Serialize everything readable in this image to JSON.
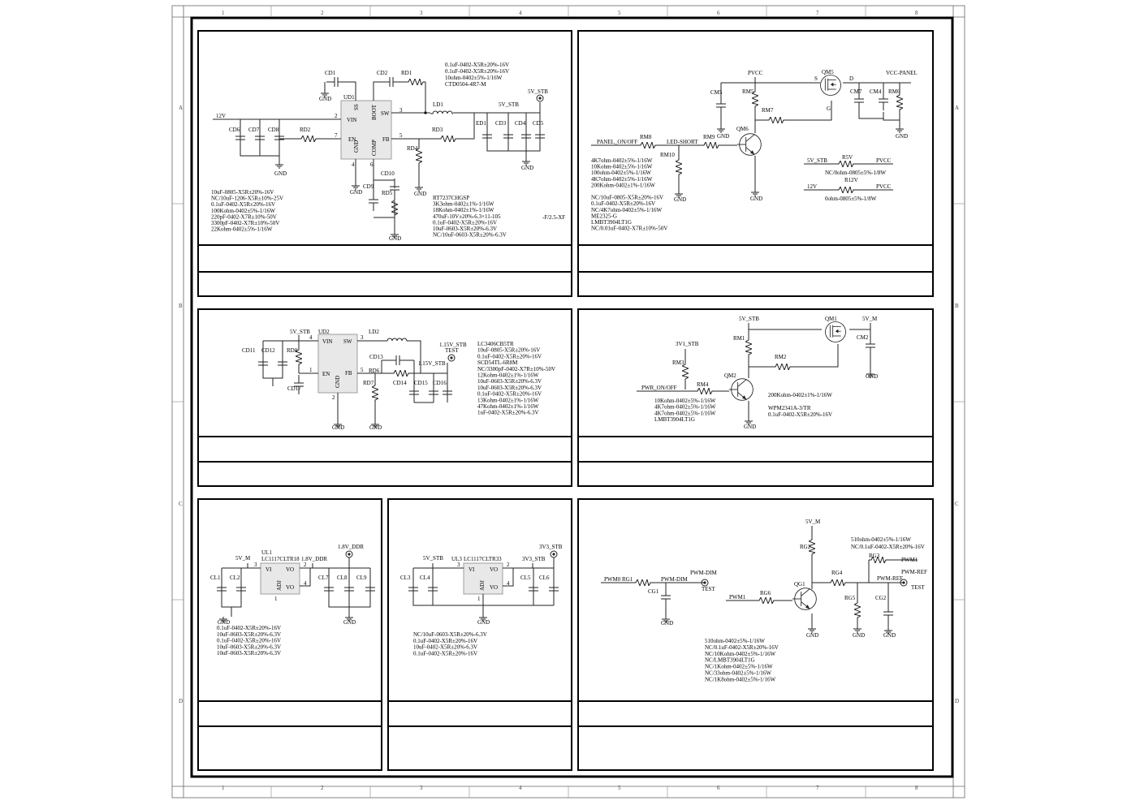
{
  "ruler": {
    "columns": [
      "1",
      "2",
      "3",
      "4",
      "5",
      "6",
      "7",
      "8"
    ],
    "rows": [
      "A",
      "B",
      "C",
      "D"
    ]
  },
  "block1": {
    "labels": {
      "cd1": "CD1",
      "cd2": "CD2",
      "rd1": "RD1",
      "ud1": "UD1",
      "ss": "SS",
      "boot": "BOOT",
      "vin": "VIN",
      "sw": "SW",
      "en": "EN",
      "gnd": "GND",
      "comp": "COMP",
      "fb": "FB",
      "p2": "2",
      "p3": "3",
      "p7": "7",
      "p5": "5",
      "p4": "4",
      "p6": "6",
      "net12v": "12V",
      "cd6": "CD6",
      "cd7": "CD7",
      "cd8": "CD8",
      "rd2": "RD2",
      "ld1": "LD1",
      "rd3": "RD3",
      "rd4": "RD4",
      "cd10": "CD10",
      "cd9": "CD9",
      "rd5": "RD5",
      "net5vstb_a": "5V_STB",
      "net5vstb_b": "5V_STB",
      "ed1": "ED1",
      "cd3": "CD3",
      "cd4": "CD4",
      "cd5": "CD5",
      "gnd1": "GND",
      "gnd2": "GND",
      "gnd3": "GND",
      "gnd4": "GND",
      "gnd5": "GND",
      "gnd6": "GND"
    },
    "notes_top": [
      "0.1uF-0402-X5R±20%-16V",
      "0.1uF-0402-X5R±20%-16V",
      "10ohm-0402±5%-1/16W",
      "CTD0504-4R7-M"
    ],
    "notes_left": [
      "10uF-0805-X5R±20%-16V",
      "NC/10uF-1206-X5R±10%-25V",
      "0.1uF-0402-X5R±20%-16V",
      "100Kohm-0402±5%-1/16W",
      "220pF-0402-X7R±10%-50V",
      "3300pF-0402-X7R±10%-50V",
      "22Kohm-0402±5%-1/16W"
    ],
    "notes_right": [
      "RT7237CHGSP",
      "3K3ohm-0402±1%-1/16W",
      "18Kohm-0402±1%-1/16W",
      "470uF-10V±20%-6.3×11-105",
      "0.1uF-0402-X5R±20%-16V",
      "10uF-0603-X5R±20%-6.3V",
      "NC/10uF-0603-X5R±20%-6.3V"
    ],
    "note_extra": "-F/2.5-XF"
  },
  "block2": {
    "labels": {
      "pvcc": "PVCC",
      "qm5": "QM5",
      "s": "S",
      "d": "D",
      "g": "G",
      "vcc_panel": "VCC-PANEL",
      "cm5": "CM5",
      "rm5": "RM5",
      "rm7": "RM7",
      "cm7": "CM7",
      "cm4": "CM4",
      "rm6": "RM6",
      "qm6": "QM6",
      "panel_onoff": "PANEL_ON/OFF",
      "rm8": "RM8",
      "led_short": "LED-SHORT",
      "rm9": "RM9",
      "rm10": "RM10",
      "gnd1": "GND",
      "gnd2": "GND",
      "gnd3": "GND",
      "gnd4": "GND",
      "net5vstb": "5V_STB",
      "r5v": "R5V",
      "pvcc2": "PVCC",
      "r5v_val": "NC/0ohm-0805±5%-1/8W",
      "r12v": "R12V",
      "net12v": "12V",
      "pvcc3": "PVCC",
      "r12v_val": "0ohm-0805±5%-1/8W"
    },
    "notes": [
      "4K7ohm-0402±5%-1/16W",
      "10Kohm-0402±5%-1/16W",
      "100ohm-0402±5%-1/16W",
      "4K7ohm-0402±5%-1/16W",
      "200Kohm-0402±1%-1/16W",
      "",
      "NC/10uF-0805-X5R±20%-16V",
      "0.1uF-0402-X5R±20%-16V",
      "NC/4K7ohm-0402±5%-1/16W",
      "ME2325-G",
      "LMBT3904LT1G",
      "NC/0.01uF-0402-X7R±10%-50V"
    ]
  },
  "block3": {
    "labels": {
      "net5vstb": "5V_STB",
      "ud2": "UD2",
      "ld2": "LD2",
      "p4": "4",
      "p3": "3",
      "p1": "1",
      "p5": "5",
      "p2": "2",
      "vin": "VIN",
      "sw": "SW",
      "en": "EN",
      "fb": "FB",
      "gnd": "GND",
      "cd11": "CD11",
      "cd12": "CD12",
      "rd8": "RD8",
      "cd17": "CD17",
      "cd13": "CD13",
      "rd6": "RD6",
      "cd14": "CD14",
      "rd7": "RD7",
      "cd15": "CD15",
      "cd16": "CD16",
      "net115": "1.15V_STB",
      "net115b": "1.15V_STB",
      "test": "TEST",
      "gnd1": "GND",
      "gnd2": "GND"
    },
    "notes": [
      "LC3406CB5TR",
      "10uF-0805-X5R±20%-16V",
      "0.1uF-0402-X5R±20%-16V",
      "SCD54TL-6R8M",
      "NC/3300pF-0402-X7R±10%-50V",
      "12Kohm-0402±1%-1/16W",
      "10uF-0603-X5R±20%-6.3V",
      "10uF-0603-X5R±20%-6.3V",
      "0.1uF-0402-X5R±20%-16V",
      "13Kohm-0402±1%-1/16W",
      "47Kohm-0402±1%-1/16W",
      "1uF-0402-X5R±20%-6.3V"
    ]
  },
  "block4": {
    "labels": {
      "pvcc": "5V_STB",
      "qm1": "QM1",
      "net5vm": "5V_M",
      "rm1": "RM1",
      "cm2": "CM2",
      "net3v1": "3V1_STB",
      "rm3": "RM3",
      "rm2": "RM2",
      "qm2": "QM2",
      "pwr_onoff": "PWR_ON/OFF",
      "rm4": "RM4",
      "gnd1": "GND",
      "gnd2": "GND",
      "r_note": "200Kohm-0402±1%-1/16W",
      "wpm": "WPM2341A-3/TR",
      "cap_note": "0.1uF-0402-X5R±20%-16V"
    },
    "notes": [
      "10Kohm-0402±5%-1/16W",
      "4K7ohm-0402±5%-1/16W",
      "4K7ohm-0402±5%-1/16W",
      "LMBT3904LT1G"
    ]
  },
  "block5": {
    "labels": {
      "ul1": "UL1",
      "part": "LC1117CLTR18",
      "net5vm": "5V_M",
      "net18": "1.8V_DDR",
      "net18b": "1.8V_DDR",
      "vi": "VI",
      "vo": "VO",
      "vo2": "VO",
      "adj": "ADJ",
      "p3": "3",
      "p2": "2",
      "p4": "4",
      "p1": "1",
      "cl1": "CL1",
      "cl2": "CL2",
      "cl7": "CL7",
      "cl8": "CL8",
      "cl9": "CL9",
      "gnd1": "GND",
      "gnd2": "GND"
    },
    "notes": [
      "0.1uF-0402-X5R±20%-16V",
      "10uF-0603-X5R±20%-6.3V",
      "0.1uF-0402-X5R±20%-16V",
      "10uF-0603-X5R±20%-6.3V",
      "10uF-0603-X5R±20%-6.3V"
    ]
  },
  "block6": {
    "labels": {
      "ul3": "UL3",
      "part": "LC1117CLTR33",
      "net5vstb": "5V_STB",
      "net33": "3V3_STB",
      "net33b": "3V3_STB",
      "vi": "VI",
      "vo": "VO",
      "vo2": "VO",
      "adj": "ADJ",
      "p3": "3",
      "p2": "2",
      "p4": "4",
      "p1": "1",
      "cl3": "CL3",
      "cl4": "CL4",
      "cl5": "CL5",
      "cl6": "CL6",
      "gnd1": "GND"
    },
    "notes": [
      "NC/10uF-0603-X5R±20%-6.3V",
      "0.1uF-0402-X5R±20%-16V",
      "10uF-0402-X5R±20%-6.3V",
      "0.1uF-0402-X5R±20%-16V"
    ]
  },
  "block7": {
    "labels": {
      "pwm0": "PWM0",
      "rg1": "RG1",
      "pwm_dim": "PWM-DIM",
      "pwm_dim2": "PWM-DIM",
      "test1": "TEST",
      "cg1": "CG1",
      "gnd1": "GND",
      "net5vm": "5V_M",
      "rg2": "RG2",
      "rg4": "RG4",
      "qg1": "QG1",
      "pwm1": "PWM1",
      "rg6": "RG6",
      "rg5": "RG5",
      "gnd2": "GND",
      "gnd3": "GND",
      "rg3": "RG3",
      "pwm1b": "PWM1",
      "pwm_ref": "PWM-REF",
      "pwm_ref2": "PWM-REF",
      "test2": "TEST",
      "cg2": "CG2",
      "gnd4": "GND",
      "note_a": "510ohm-0402±5%-1/16W",
      "note_b": "NC/0.1uF-0402-X5R±20%-16V"
    },
    "notes": [
      "510ohm-0402±5%-1/16W",
      "NC/0.1uF-0402-X5R±20%-16V",
      "NC/10Kohm-0402±5%-1/16W",
      "NC/LMBT3904LT1G",
      "NC/1Kohm-0402±5%-1/16W",
      "NC/33ohm-0402±5%-1/16W",
      "NC/1K8ohm-0402±5%-1/16W"
    ]
  }
}
